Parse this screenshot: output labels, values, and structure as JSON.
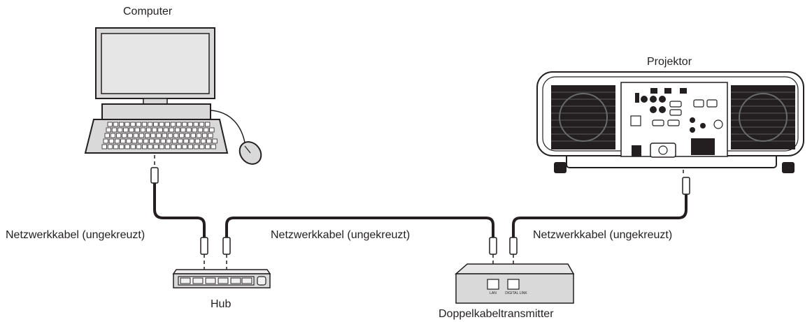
{
  "labels": {
    "computer": "Computer",
    "projector": "Projektor",
    "hub": "Hub",
    "transmitter": "Doppelkabeltransmitter",
    "cable_left": "Netzwerkkabel (ungekreuzt)",
    "cable_mid": "Netzwerkkabel (ungekreuzt)",
    "cable_right": "Netzwerkkabel (ungekreuzt)"
  },
  "ports": {
    "lan": "LAN",
    "digital_link": "DIGITAL LINK"
  },
  "colors": {
    "outline": "#231f20",
    "device_fill": "#d9d9d9",
    "screen_fill": "#e6e6e6",
    "cable": "#231f20"
  }
}
